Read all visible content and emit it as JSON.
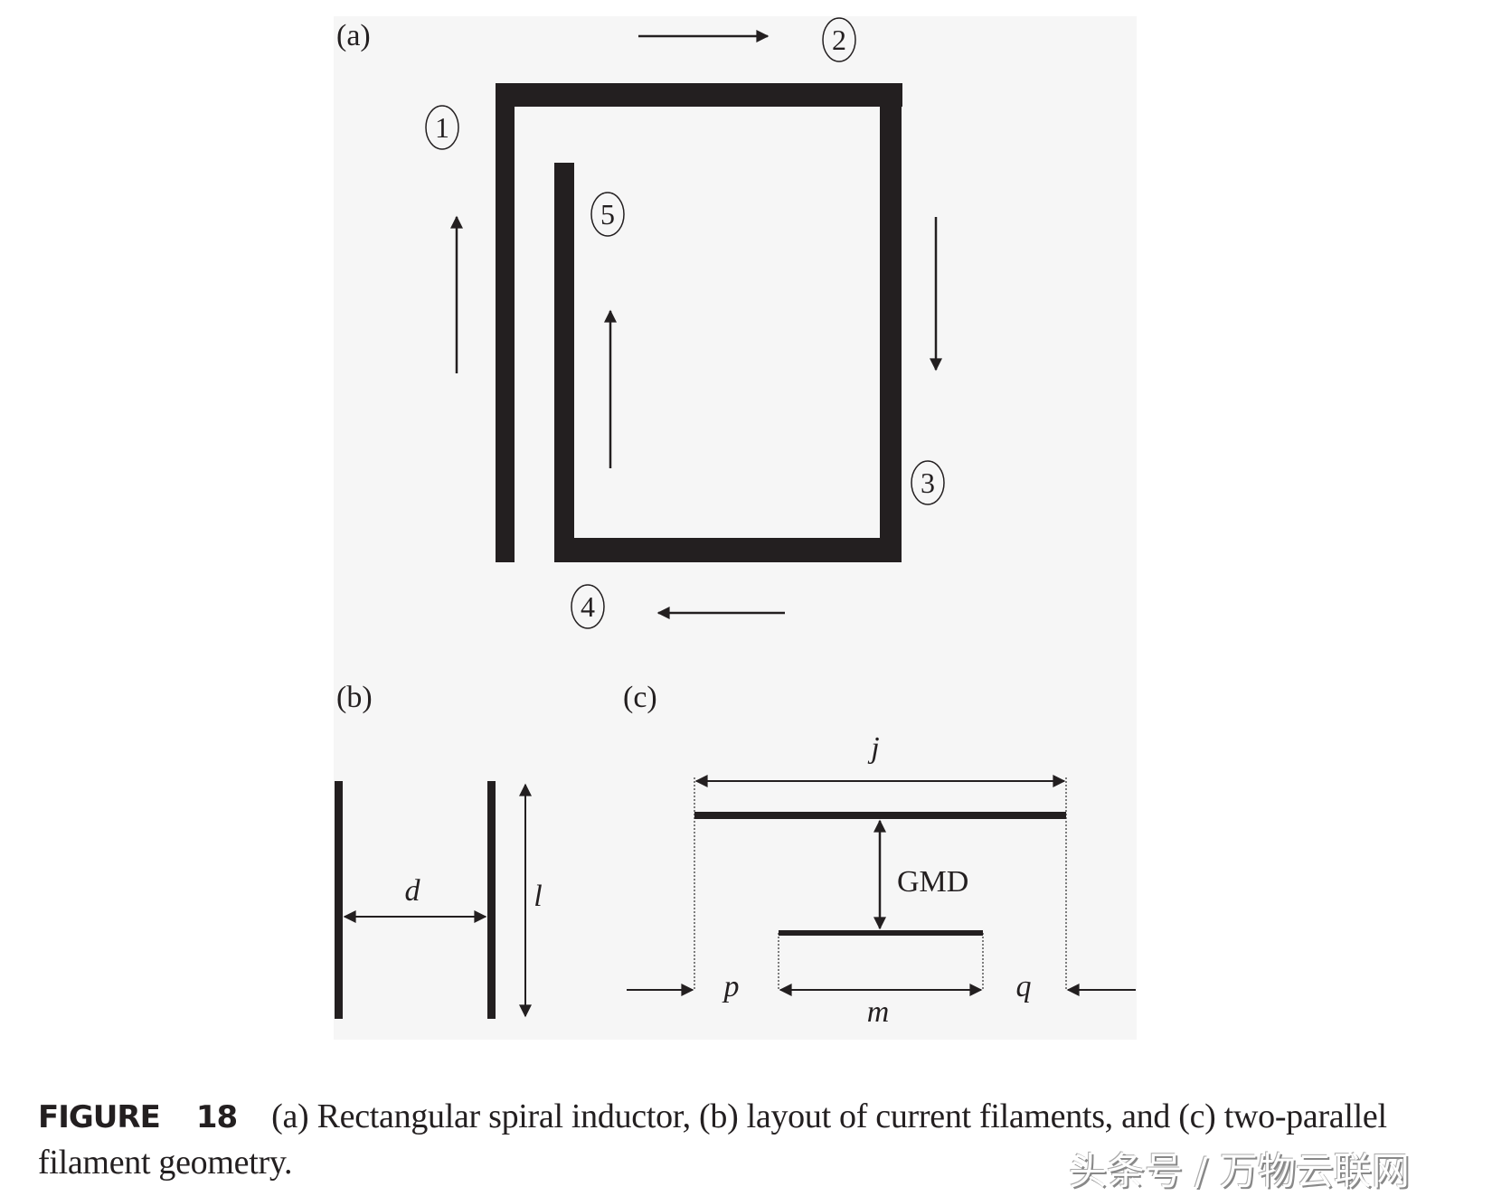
{
  "panel_a": {
    "label": "(a)",
    "markers": [
      "1",
      "2",
      "3",
      "4",
      "5"
    ]
  },
  "panel_b": {
    "label": "(b)",
    "distance_label": "d",
    "length_label": "l"
  },
  "panel_c": {
    "label": "(c)",
    "j_label": "j",
    "gmd_label": "GMD",
    "p_label": "p",
    "m_label": "m",
    "q_label": "q"
  },
  "caption": {
    "figure_word": "FIGURE",
    "figure_number": "18",
    "text": "(a) Rectangular spiral inductor, (b) layout of current filaments, and (c) two-parallel filament geometry."
  },
  "watermark": "头条号 / 万物云联网",
  "colors": {
    "panel_bg": "#f6f6f6",
    "ink": "#231f20"
  }
}
